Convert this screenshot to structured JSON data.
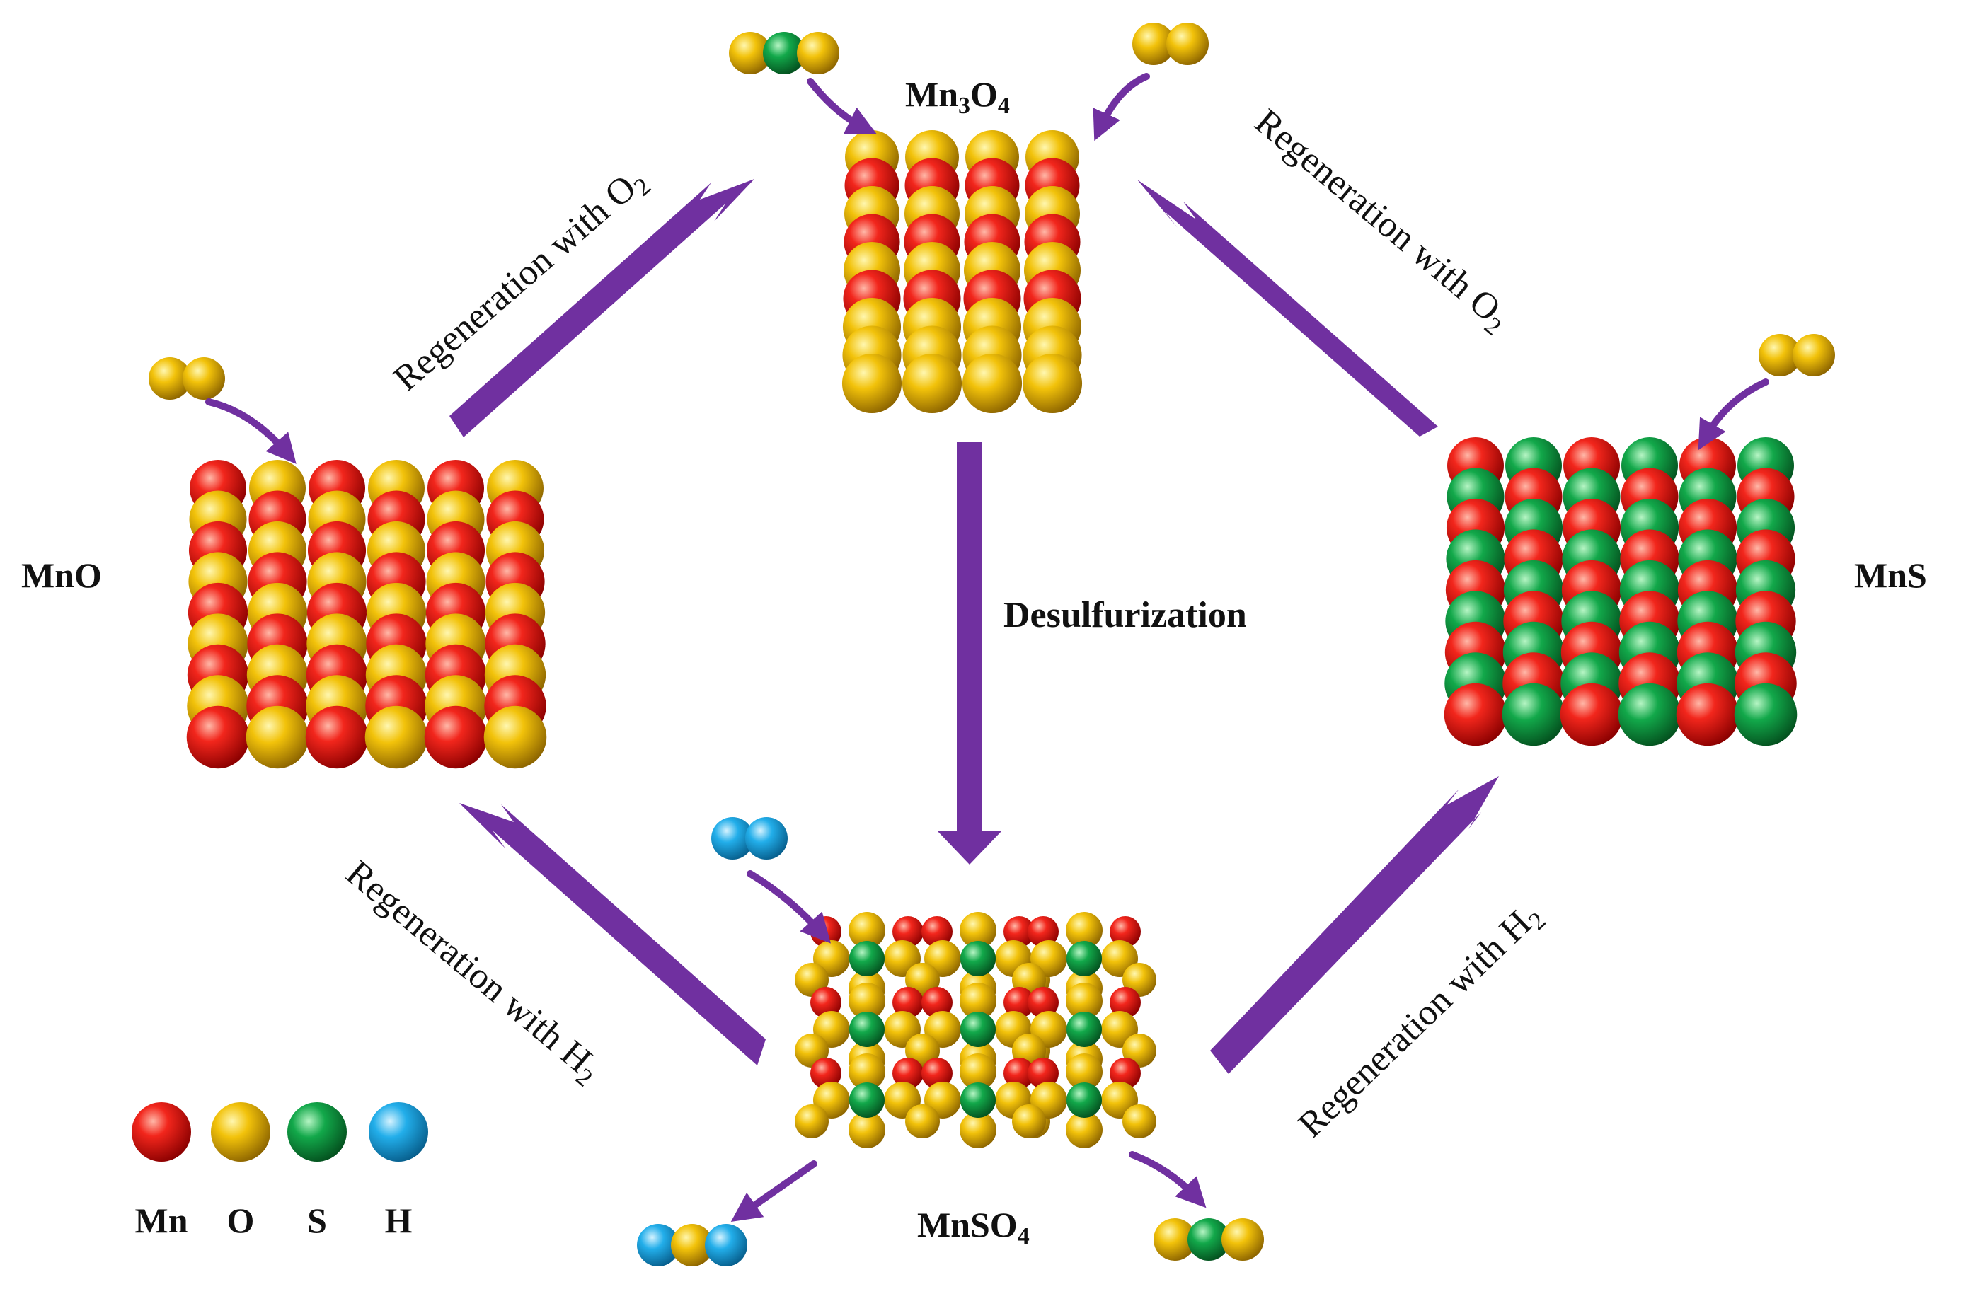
{
  "colors": {
    "Mn": "#e81512",
    "O": "#f2c20a",
    "S": "#0f9f45",
    "H": "#1fa9e6",
    "arrow": "#7030a0",
    "text": "#111111"
  },
  "compounds": {
    "mn3o4": {
      "base": "Mn",
      "sub1": "3",
      "mid": "O",
      "sub2": "4"
    },
    "mno": {
      "label": "MnO"
    },
    "mns": {
      "label": "MnS"
    },
    "mnso4": {
      "base": "MnSO",
      "sub": "4"
    }
  },
  "processes": {
    "desulfurization": "Desulfurization",
    "regen_o2_left": {
      "text": "Regeneration with O",
      "sub": "2"
    },
    "regen_o2_right": {
      "text": "Regeneration with O",
      "sub": "2"
    },
    "regen_h2_left": {
      "text": "Regeneration with H",
      "sub": "2"
    },
    "regen_h2_right": {
      "text": "Regeneration with H",
      "sub": "2"
    }
  },
  "legend": [
    {
      "key": "Mn",
      "label": "Mn"
    },
    {
      "key": "O",
      "label": "O"
    },
    {
      "key": "S",
      "label": "S"
    },
    {
      "key": "H",
      "label": "H"
    }
  ]
}
